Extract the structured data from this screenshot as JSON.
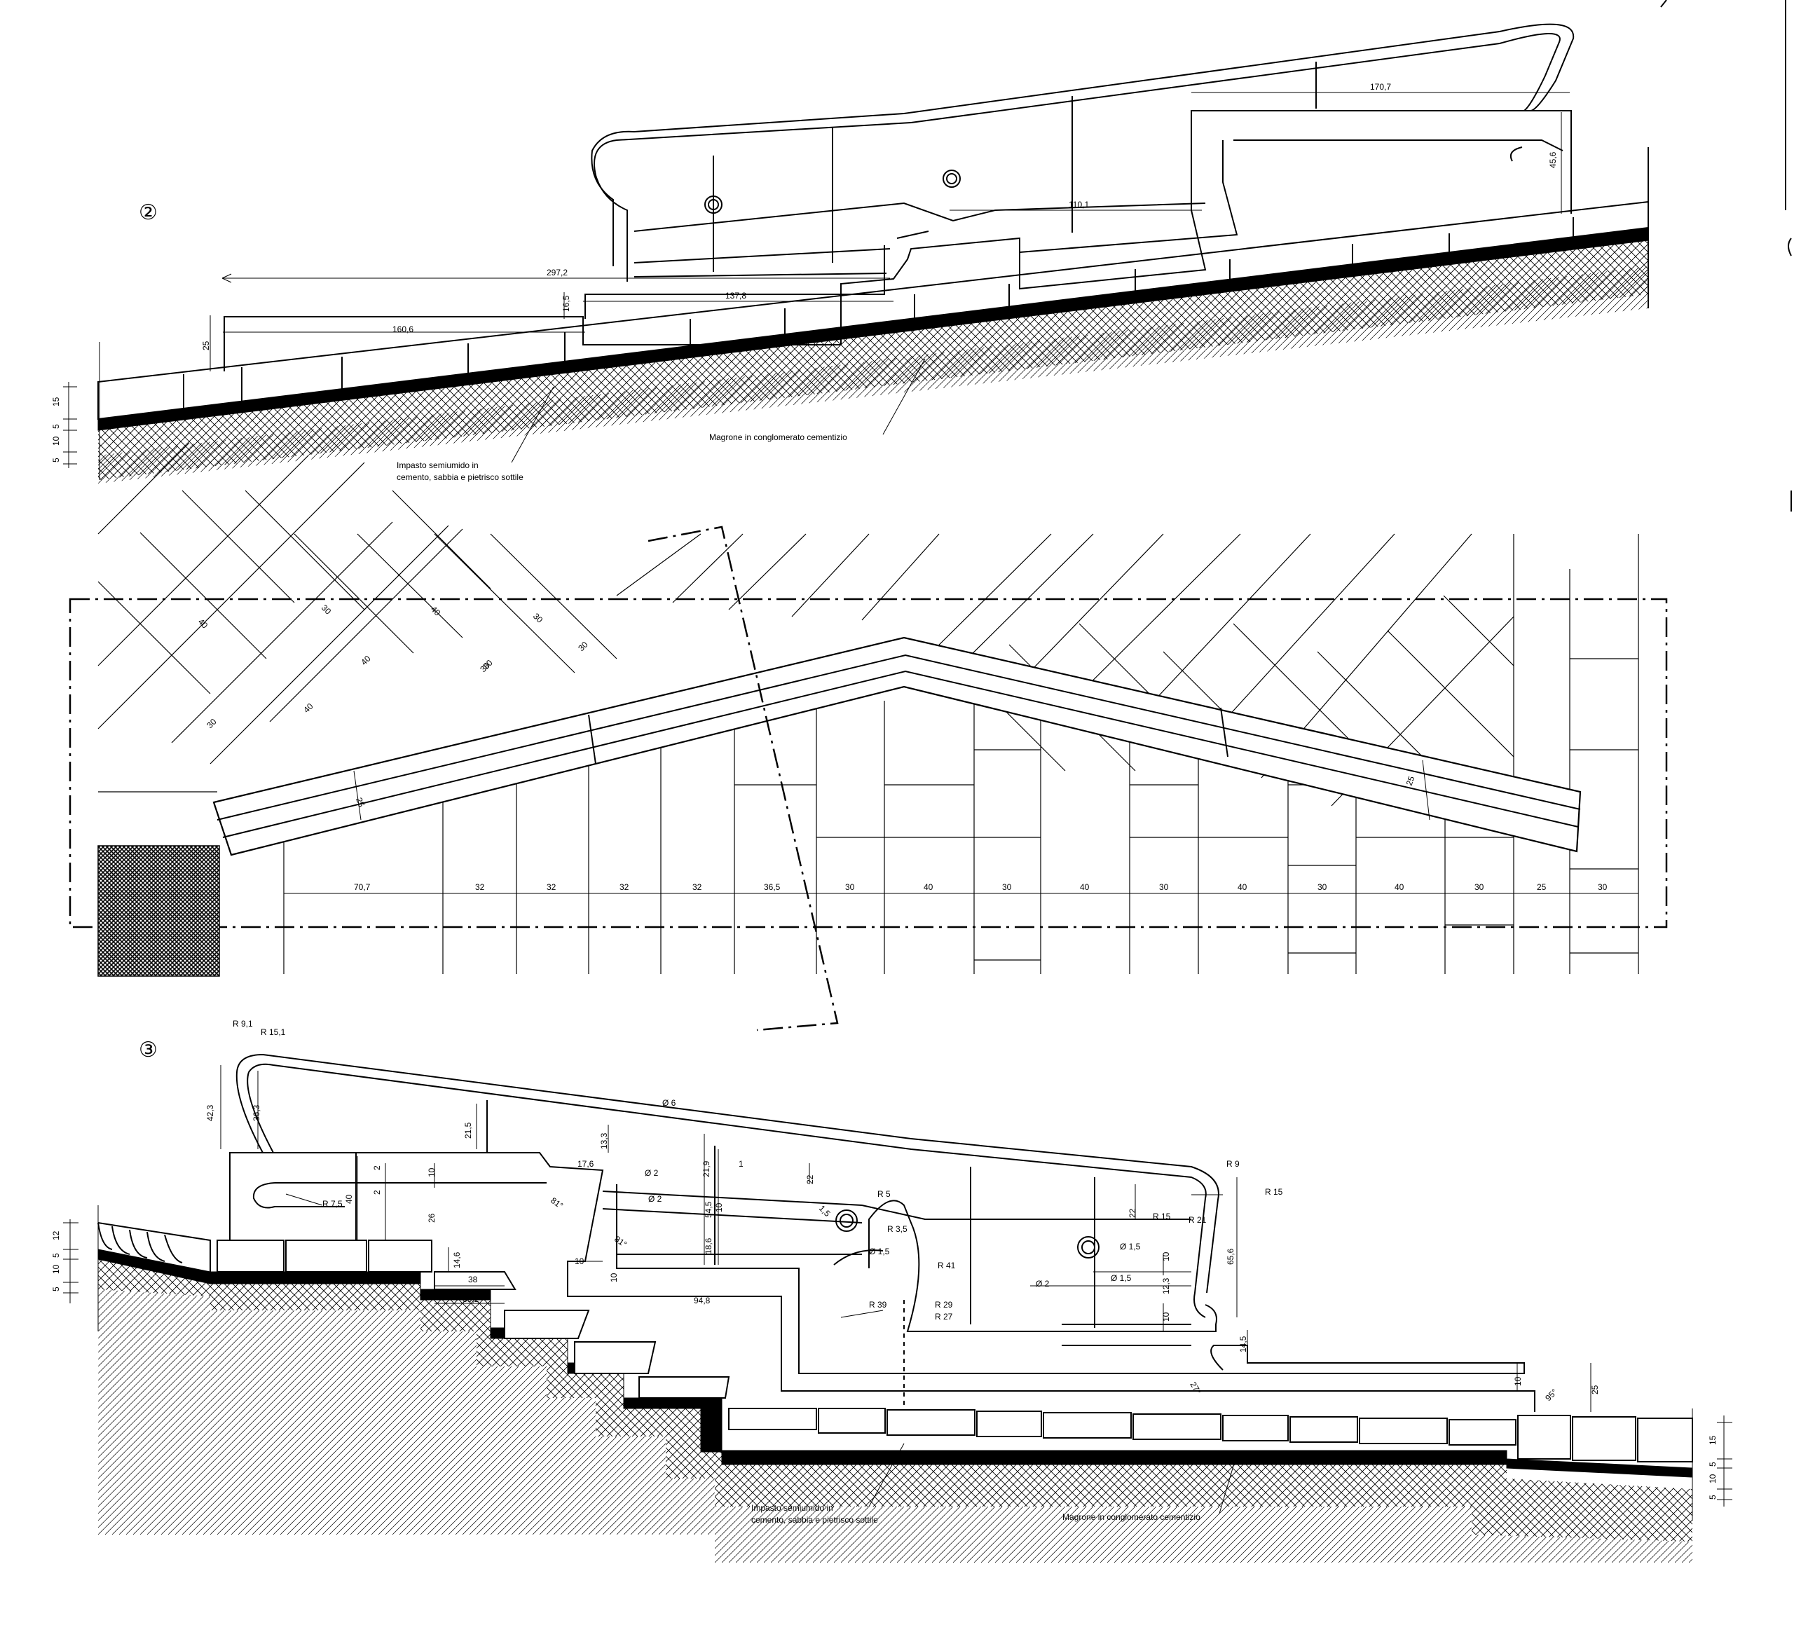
{
  "section2": {
    "marker": "②",
    "dims": {
      "d297": "297,2",
      "d160": "160,6",
      "d137": "137,8",
      "d110": "110,1",
      "d170": "170,7",
      "d45": "45,6",
      "d25": "25",
      "d16": "16,5"
    },
    "side_dims": [
      "15",
      "5",
      "10",
      "5"
    ],
    "notes": {
      "magrone": "Magrone in conglomerato cementizio",
      "impasto_1": "Impasto semiumido in",
      "impasto_2": "cemento, sabbia e pietrisco sottile"
    }
  },
  "plan": {
    "diag_labels": [
      "40",
      "30",
      "40",
      "30",
      "40",
      "30",
      "30",
      "30",
      "40",
      "30"
    ],
    "bench_widths": [
      "25",
      "25"
    ],
    "bottom_dims": [
      "70,7",
      "32",
      "32",
      "32",
      "32",
      "36,5",
      "30",
      "40",
      "30",
      "40",
      "30",
      "40",
      "30",
      "40",
      "30",
      "25",
      "30"
    ]
  },
  "section3": {
    "marker": "③",
    "labels": {
      "r91": "R 9,1",
      "r151": "R 15,1",
      "d423": "42,3",
      "d363": "36,3",
      "d215": "21,5",
      "phi6": "Ø 6",
      "d133": "13,3",
      "d176": "17,6",
      "phi2a": "Ø 2",
      "phi2b": "Ø 2",
      "d219": "21,9",
      "one": "1",
      "d22a": "22",
      "r9": "R 9",
      "r15a": "R 15",
      "r75": "R 7,5",
      "d40": "40",
      "d2a": "2",
      "d2b": "2",
      "d10a": "10",
      "d26": "26",
      "a81a": "81°",
      "a81b": "81°",
      "d545": "54,5",
      "d10b": "10",
      "d186": "18,6",
      "r5": "R 5",
      "d15": "1,5",
      "r35": "R 3,5",
      "d22b": "22",
      "r15b": "R 15",
      "r21": "R 21",
      "d656": "65,6",
      "phi15a": "Ø 1,5",
      "phi15b": "Ø 1,5",
      "phi15c": "Ø 1,5",
      "r41": "R 41",
      "d146": "14,6",
      "d38": "38",
      "d352": "35,2",
      "d10c": "10",
      "d10d": "10",
      "d948": "94,8",
      "r39": "R 39",
      "r29": "R 29",
      "r27": "R 27",
      "phi2c": "Ø 2",
      "d123": "12,3",
      "d10e": "10",
      "d10f": "10",
      "d145": "14,5",
      "a27": "27°",
      "d10g": "10",
      "a95": "95°",
      "d25": "25"
    },
    "side_left": [
      "12",
      "5",
      "10",
      "5"
    ],
    "side_right": [
      "15",
      "5",
      "10",
      "5"
    ],
    "notes": {
      "impasto_1": "Impasto semiumido in",
      "impasto_2": "cemento, sabbia e pietrisco sottile",
      "magrone": "Magrone in conglomerato cementizio"
    }
  }
}
